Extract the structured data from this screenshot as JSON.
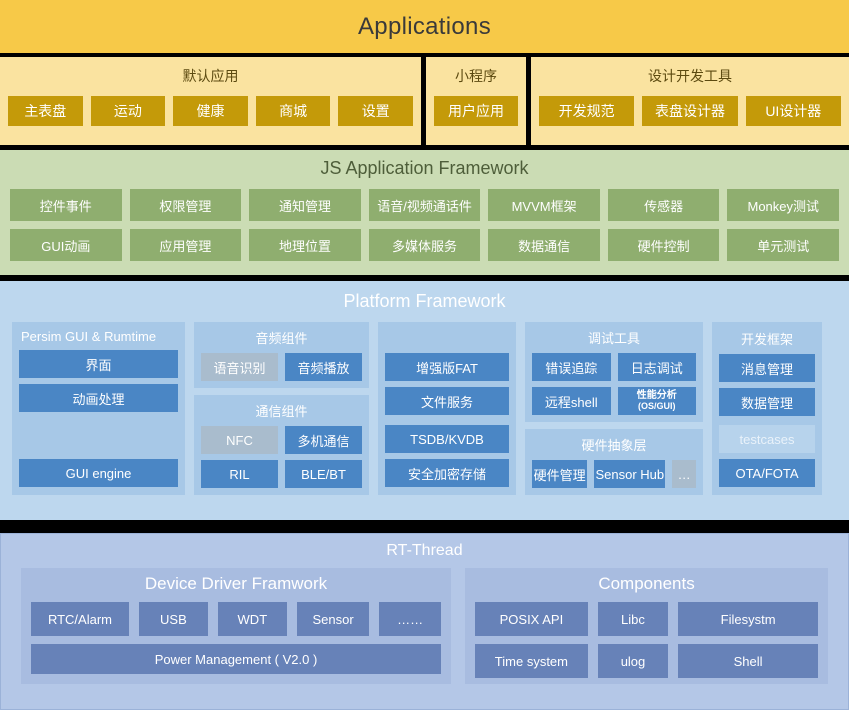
{
  "applications": {
    "title": "Applications",
    "groups": [
      {
        "title": "默认应用",
        "items": [
          "主表盘",
          "运动",
          "健康",
          "商城",
          "设置"
        ]
      },
      {
        "title": "小程序",
        "items": [
          "用户应用"
        ]
      },
      {
        "title": "设计开发工具",
        "items": [
          "开发规范",
          "表盘设计器",
          "UI设计器"
        ]
      }
    ]
  },
  "js_framework": {
    "title": "JS Application Framework",
    "row1": [
      "控件事件",
      "权限管理",
      "通知管理",
      "语音/视频通话件",
      "MVVM框架",
      "传感器",
      "Monkey测试"
    ],
    "row2": [
      "GUI动画",
      "应用管理",
      "地理位置",
      "多媒体服务",
      "数据通信",
      "硬件控制",
      "单元测试"
    ]
  },
  "platform_framework": {
    "title": "Platform Framework",
    "persim": {
      "title": "Persim GUI & Rumtime",
      "items": [
        "界面",
        "动画处理"
      ],
      "footer": "GUI engine"
    },
    "audio": {
      "title": "音频组件",
      "items": [
        {
          "label": "语音识别",
          "state": "dim"
        },
        {
          "label": "音频播放",
          "state": "normal"
        }
      ]
    },
    "comms": {
      "title": "通信组件",
      "row1": [
        {
          "label": "NFC",
          "state": "dim"
        },
        {
          "label": "多机通信",
          "state": "normal"
        }
      ],
      "row2": [
        {
          "label": "RIL",
          "state": "normal"
        },
        {
          "label": "BLE/BT",
          "state": "normal"
        }
      ]
    },
    "storage": {
      "title": "",
      "group_a": [
        "增强版FAT",
        "文件服务"
      ],
      "group_b": [
        "TSDB/KVDB",
        "安全加密存储"
      ]
    },
    "debug": {
      "title": "调试工具",
      "row1": [
        "错误追踪",
        "日志调试"
      ],
      "row2_left": "远程shell",
      "row2_right_main": "性能分析",
      "row2_right_sub": "(OS/GUI)"
    },
    "hal": {
      "title": "硬件抽象层",
      "items": [
        {
          "label": "硬件管理",
          "state": "normal"
        },
        {
          "label": "Sensor Hub",
          "state": "normal"
        },
        {
          "label": "…",
          "state": "dim"
        }
      ]
    },
    "devframework": {
      "title": "开发框架",
      "items": [
        {
          "label": "消息管理",
          "state": "normal"
        },
        {
          "label": "数据管理",
          "state": "normal"
        },
        {
          "label": "testcases",
          "state": "ghost"
        },
        {
          "label": "OTA/FOTA",
          "state": "normal"
        }
      ]
    }
  },
  "rt_thread": {
    "title": "RT-Thread",
    "device_driver": {
      "title": "Device Driver Framwork",
      "row1": [
        "RTC/Alarm",
        "USB",
        "WDT",
        "Sensor",
        "……"
      ],
      "row2": "Power Management ( V2.0 )"
    },
    "components": {
      "title": "Components",
      "col1": [
        "POSIX API",
        "Time system"
      ],
      "col2": [
        "Libc",
        "ulog"
      ],
      "col3": [
        "Filesystm",
        "Shell"
      ]
    }
  },
  "colors": {
    "applications_band": "#F7C948",
    "applications_group": "#FAE3A0",
    "applications_chip": "#C49A09",
    "js_band": "#CBDCB4",
    "js_chip": "#8FAE6F",
    "platform_band": "#BDD7EE",
    "platform_panel": "#A7C8E7",
    "platform_chip": "#4A86C5",
    "platform_chip_dim": "#A9BCCD",
    "rt_band": "#B4C7E7",
    "rt_panel": "#A8BCE0",
    "rt_chip": "#6782B8"
  }
}
